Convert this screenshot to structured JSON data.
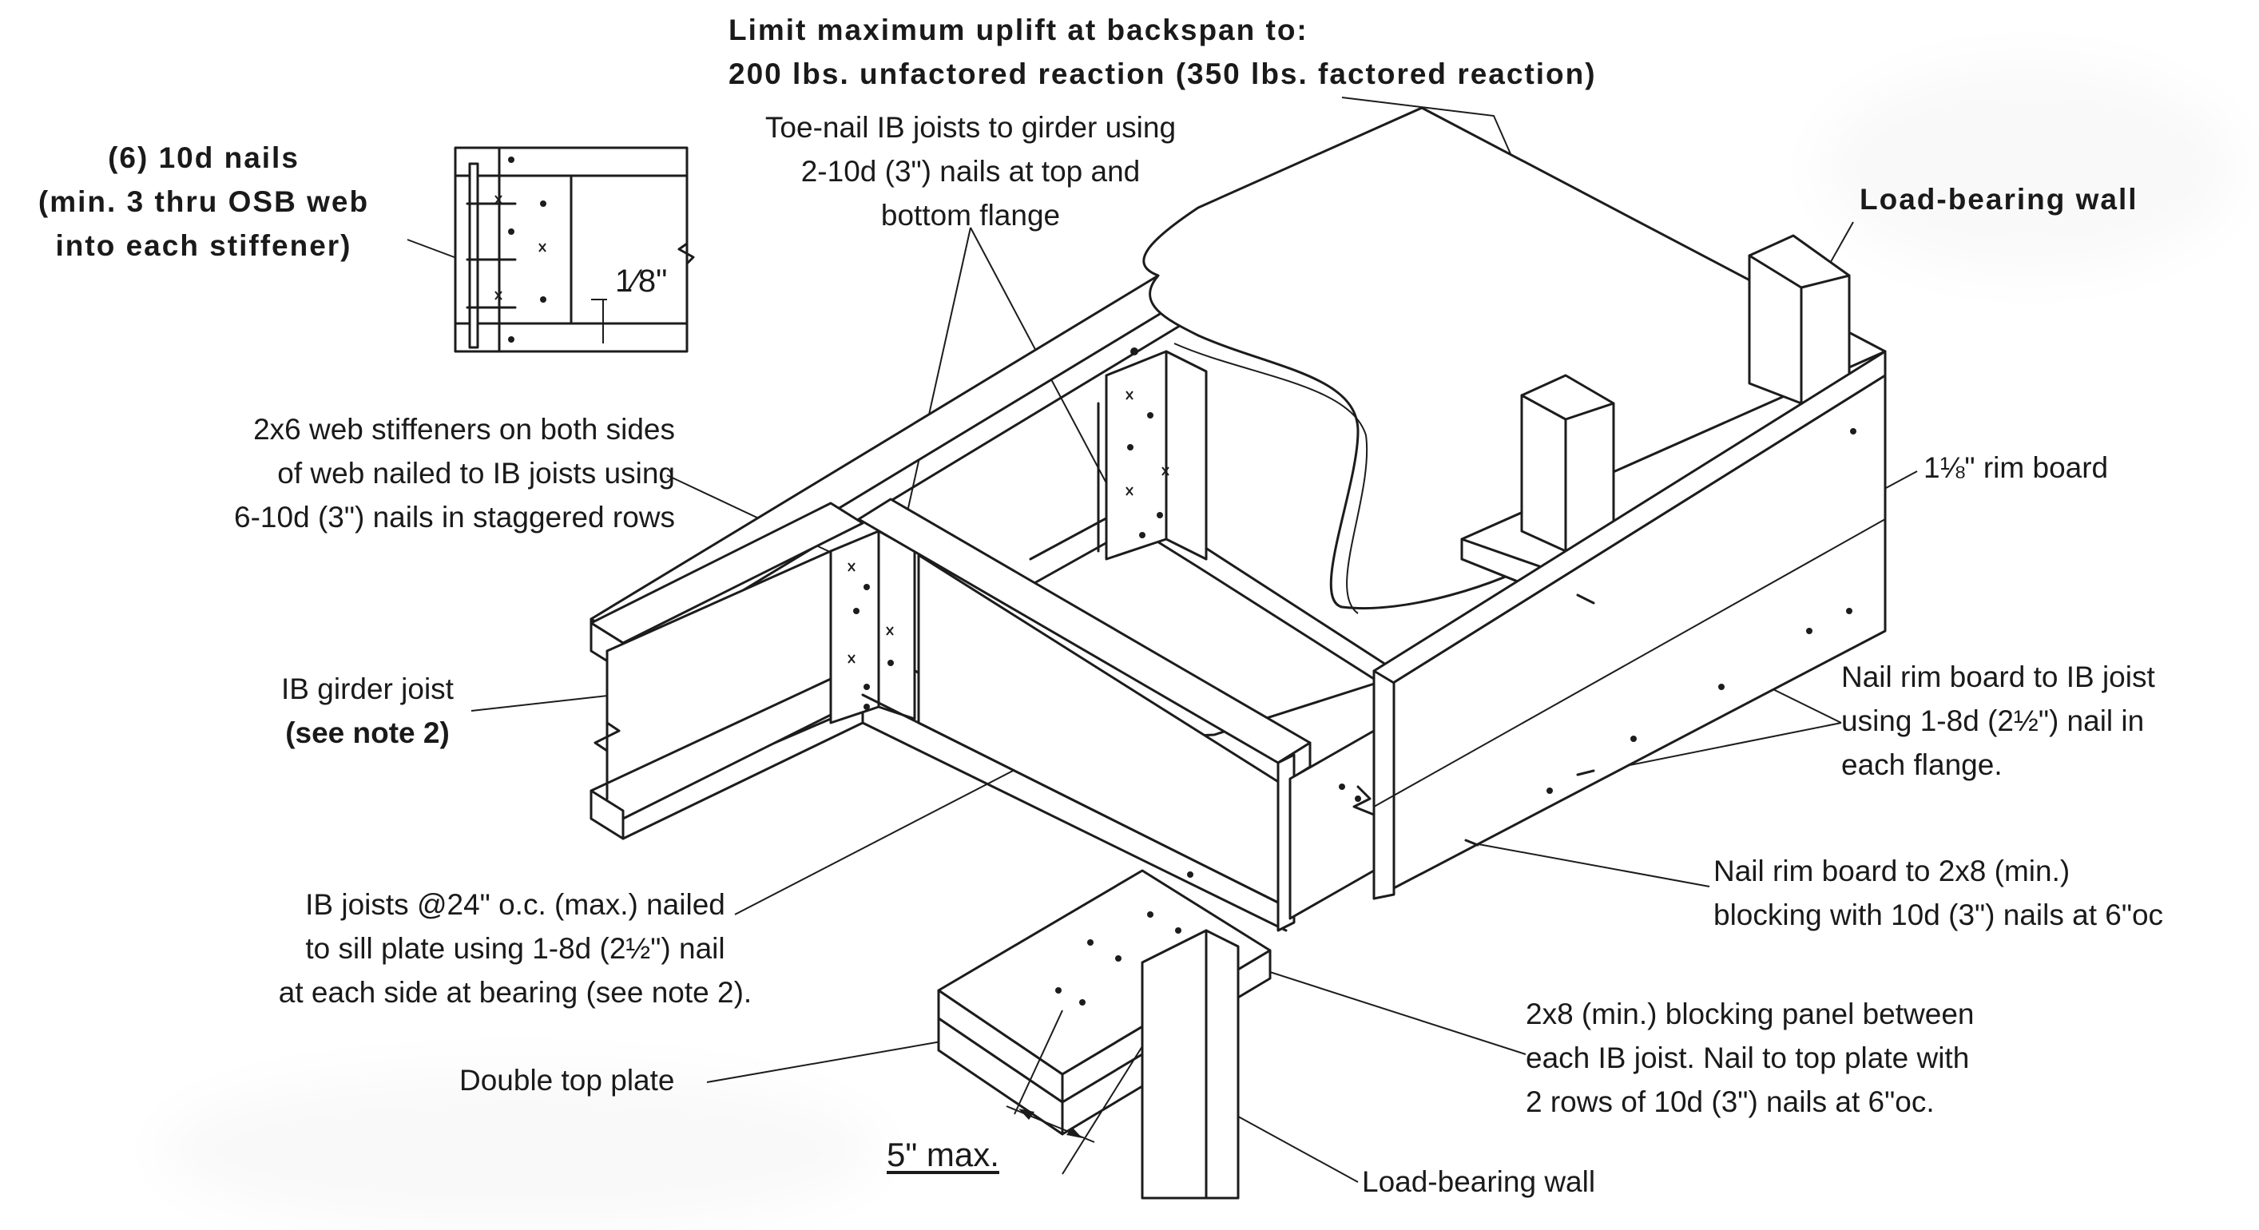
{
  "labels": {
    "uplift_line1": "Limit maximum uplift at backspan to:",
    "uplift_line2": "200 lbs. unfactored reaction (350 lbs. factored reaction)",
    "nails_line1": "(6) 10d nails",
    "nails_line2": "(min. 3 thru OSB web",
    "nails_line3": "into each stiffener)",
    "detail_dim": "1⁄8\"",
    "toenail_line1": "Toe-nail IB joists to girder using",
    "toenail_line2": "2-10d (3\") nails at top and",
    "toenail_line3": "bottom flange",
    "lbw_top": "Load-bearing wall",
    "stiff_line1": "2x6 web stiffeners on both sides",
    "stiff_line2": "of web nailed to IB joists using",
    "stiff_line3": "6-10d (3\") nails in staggered rows",
    "rim_board": "1⅛\" rim board",
    "girder_line1": "IB girder joist",
    "girder_line2": "(see note 2)",
    "rimnail_line1": "Nail rim board to IB joist",
    "rimnail_line2": "using 1-8d (2½\") nail in",
    "rimnail_line3": "each flange.",
    "rimblock_line1": "Nail rim board to 2x8 (min.)",
    "rimblock_line2": "blocking with 10d (3\") nails at 6\"oc",
    "joists_line1": "IB joists @24\" o.c. (max.) nailed",
    "joists_line2": "to sill plate using 1-8d (2½\") nail",
    "joists_line3": "at each side at bearing (see note 2).",
    "blocking_line1": "2x8 (min.) blocking panel between",
    "blocking_line2": "each IB joist. Nail to top plate with",
    "blocking_line3": "2 rows of 10d (3\") nails at 6\"oc.",
    "double_top_plate": "Double top plate",
    "five_max": "5\" max.",
    "lbw_bottom": "Load-bearing wall"
  }
}
